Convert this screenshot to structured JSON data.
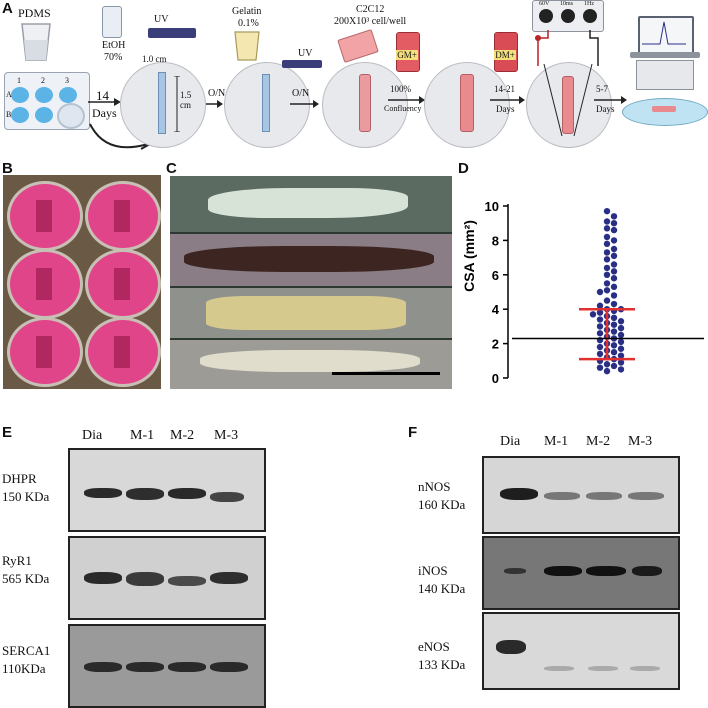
{
  "panels": {
    "A": "A",
    "B": "B",
    "C": "C",
    "D": "D",
    "E": "E",
    "F": "F"
  },
  "panelA": {
    "pdms": "PDMS",
    "days14": "14",
    "days_word": "Days",
    "etoh": "EtOH",
    "etoh_pct": "70%",
    "uv1": "UV",
    "dim_w": "1.0 cm",
    "dim_h1": "1.5",
    "dim_h2": "cm",
    "on1": "O/N",
    "gelatin": "Gelatin",
    "gelatin_pct": "0.1%",
    "on2": "O/N",
    "uv2": "UV",
    "c2c12": "C2C12",
    "cells": "200X10³ cell/well",
    "gm": "GM+",
    "pct100": "100%",
    "confluency": "Confluency",
    "dm": "DM+",
    "d1421": "14-21",
    "d1421_days": "Days",
    "d57": "5-7",
    "d57_days": "Days",
    "stim_a": "60V",
    "stim_b": "10ms",
    "stim_c": "1Hz",
    "well_nums": [
      "1",
      "2",
      "3"
    ],
    "well_rows": [
      "A",
      "B"
    ]
  },
  "panelD": {
    "ylabel": "CSA (mm²)",
    "chart_data": {
      "type": "scatter",
      "title": "",
      "xlabel": "",
      "ylabel": "CSA (mm²)",
      "ylim": [
        0,
        10
      ],
      "yticks": [
        0,
        2,
        4,
        6,
        8,
        10
      ],
      "mean": 2.3,
      "sd_low": 1.1,
      "sd_high": 4.0,
      "values": [
        9.7,
        9.4,
        9.1,
        9.0,
        8.7,
        8.6,
        8.2,
        8.0,
        7.8,
        7.5,
        7.3,
        7.1,
        6.9,
        6.6,
        6.4,
        6.2,
        6.0,
        5.8,
        5.5,
        5.3,
        5.1,
        5.0,
        4.8,
        4.5,
        4.3,
        4.2,
        4.0,
        4.0,
        3.9,
        3.8,
        3.7,
        3.6,
        3.5,
        3.4,
        3.3,
        3.2,
        3.1,
        3.0,
        2.9,
        2.8,
        2.7,
        2.6,
        2.5,
        2.4,
        2.3,
        2.2,
        2.1,
        2.0,
        1.9,
        1.8,
        1.7,
        1.6,
        1.5,
        1.4,
        1.3,
        1.2,
        1.1,
        1.0,
        0.9,
        0.8,
        0.7,
        0.6,
        0.5,
        0.4
      ]
    }
  },
  "panelE": {
    "lanes": [
      "Dia",
      "M-1",
      "M-2",
      "M-3"
    ],
    "blots": [
      {
        "name": "DHPR",
        "kda": "150 KDa"
      },
      {
        "name": "RyR1",
        "kda": "565 KDa"
      },
      {
        "name": "SERCA1",
        "kda": "110KDa"
      }
    ]
  },
  "panelF": {
    "lanes": [
      "Dia",
      "M-1",
      "M-2",
      "M-3"
    ],
    "blots": [
      {
        "name": "nNOS",
        "kda": "160 KDa"
      },
      {
        "name": "iNOS",
        "kda": "140 KDa"
      },
      {
        "name": "eNOS",
        "kda": "133 KDa"
      }
    ]
  },
  "colors": {
    "navy": "#2a2f86",
    "red": "#e0302f",
    "pink": "#e34a8c",
    "well": "#c8d6ea"
  }
}
